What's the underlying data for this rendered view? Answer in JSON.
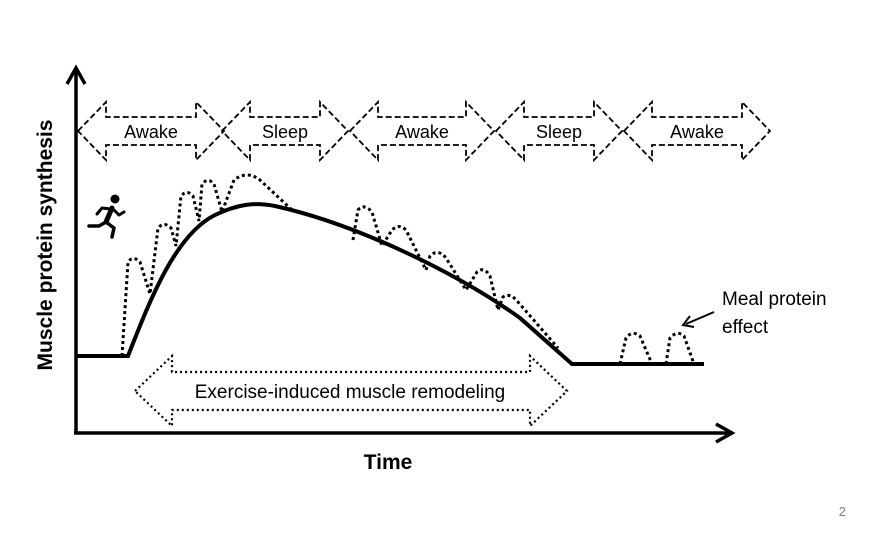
{
  "axes": {
    "y_label": "Muscle protein synthesis",
    "x_label": "Time"
  },
  "phases": [
    {
      "label": "Awake"
    },
    {
      "label": "Sleep"
    },
    {
      "label": "Awake"
    },
    {
      "label": "Sleep"
    },
    {
      "label": "Awake"
    }
  ],
  "remodeling_label": "Exercise-induced muscle remodeling",
  "meal_annotation": {
    "line1": "Meal protein",
    "line2": "effect"
  },
  "exercise_icon": "running-person-icon",
  "slide_number": "2",
  "colors": {
    "ink": "#000000",
    "background": "#ffffff",
    "slide_number": "#7f7f7f"
  }
}
